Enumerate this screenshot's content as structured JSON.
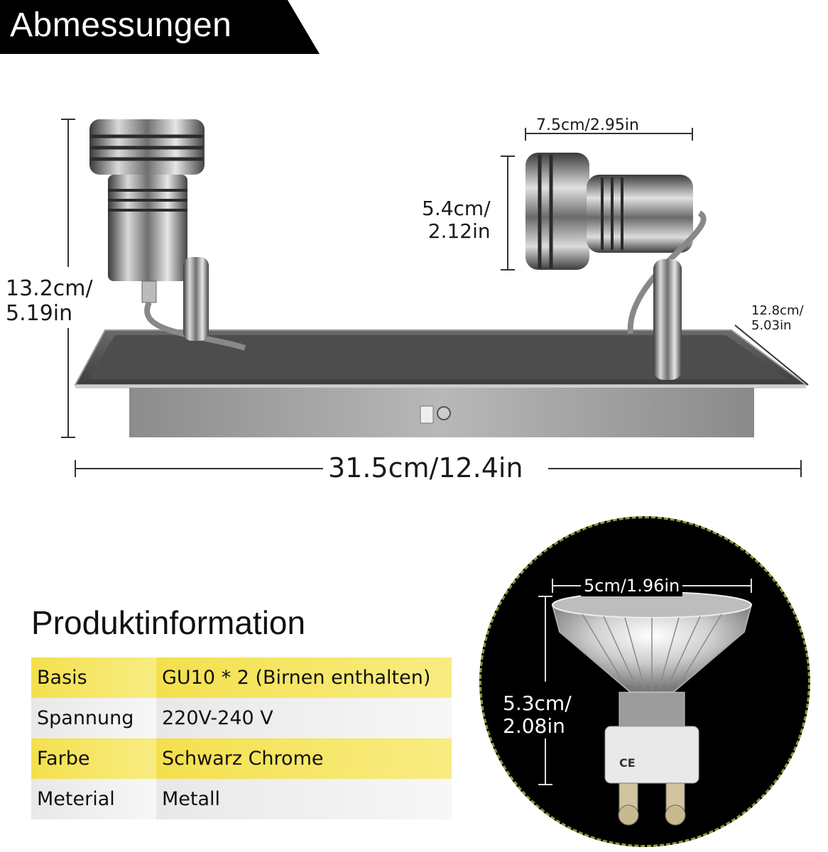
{
  "banner": {
    "title": "Abmessungen"
  },
  "dimensions": {
    "height_total": [
      "13.2cm/",
      "5.19in"
    ],
    "lamp_width": "7.5cm/2.95in",
    "lamp_height": [
      "5.4cm/",
      "2.12in"
    ],
    "depth": [
      "12.8cm/",
      "5.03in"
    ],
    "length": "31.5cm/12.4in",
    "bulb_width": "5cm/1.96in",
    "bulb_height": [
      "5.3cm/",
      "2.08in"
    ]
  },
  "product_info": {
    "title": "Produktinformation",
    "rows": [
      {
        "key": "Basis",
        "value": "GU10 * 2 (Birnen enthalten)"
      },
      {
        "key": "Spannung",
        "value": "220V-240 V"
      },
      {
        "key": "Farbe",
        "value": "Schwarz Chrome"
      },
      {
        "key": "Meterial",
        "value": "Metall"
      }
    ]
  },
  "bulb_marks": "CE"
}
